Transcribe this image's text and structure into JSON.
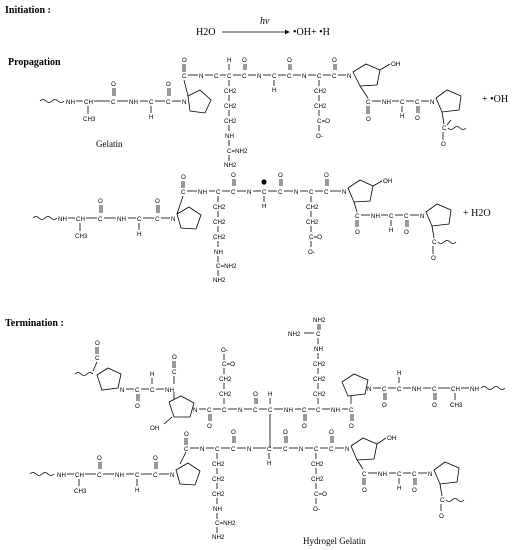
{
  "sections": {
    "initiation": "Initiation :",
    "propagation": "Propagation",
    "termination": "Termination :"
  },
  "initiation_eq": {
    "reactant": "H2O",
    "condition": "hv",
    "products": "•OH+ •H"
  },
  "captions": {
    "gelatin": "Gelatin",
    "hydrogel": "Hydrogel Gelatin"
  },
  "propagation_side": {
    "radical": "+ •OH",
    "water": "+ H2O"
  },
  "atoms": {
    "nh": "NH",
    "n": "N",
    "c": "C",
    "ch": "CH",
    "ch3": "CH3",
    "h": "H",
    "o": "O",
    "oh": "OH",
    "ch2": "CH2",
    "nh2": "NH2",
    "cnh2": "C=NH2",
    "o_minus": "O-",
    "c_o": "C=O"
  }
}
